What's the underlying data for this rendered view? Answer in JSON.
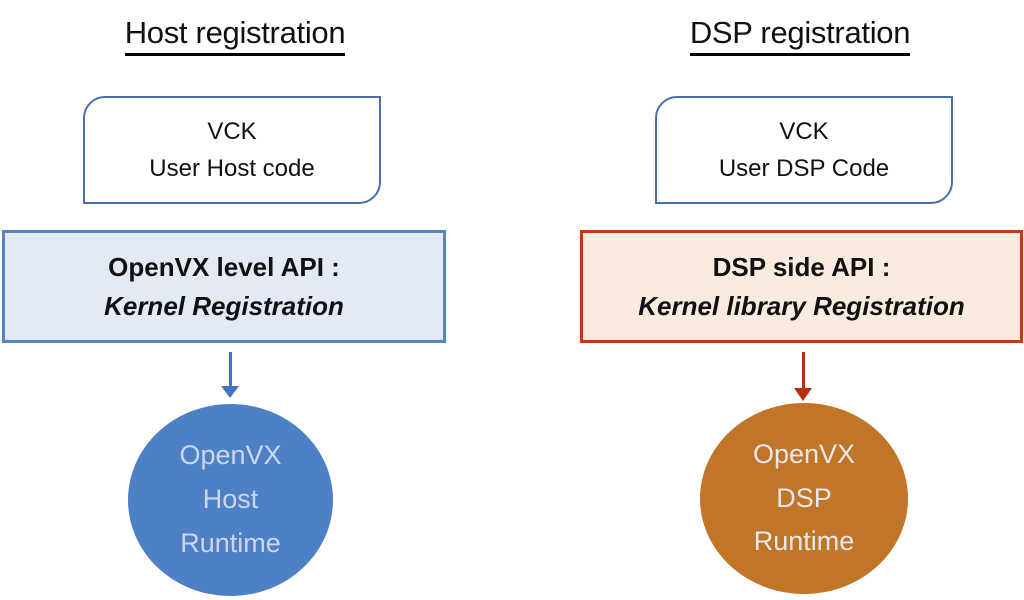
{
  "colors": {
    "background": "#ffffff",
    "text": "#111111",
    "vck_border": "#4a6fa8",
    "host_api_fill": "#e3e9f5",
    "host_api_border": "#5585c2",
    "host_arrow": "#4472c4",
    "host_circle_fill": "#4d80c4",
    "host_circle_text": "#ccd7ee",
    "dsp_api_fill": "#f9ecdf",
    "dsp_api_border": "#c13a10",
    "dsp_arrow": "#b5300b",
    "dsp_circle_fill": "#c07527",
    "dsp_circle_text": "#e9e7ee"
  },
  "columns": [
    {
      "title": "Host registration",
      "vck_box": {
        "line1": "VCK",
        "line2": "User Host code"
      },
      "api_box": {
        "line1": "OpenVX level API :",
        "line2": "Kernel Registration"
      },
      "circle": {
        "line1": "OpenVX",
        "line2": "Host",
        "line3": "Runtime"
      }
    },
    {
      "title": "DSP registration",
      "vck_box": {
        "line1": "VCK",
        "line2": "User DSP Code"
      },
      "api_box": {
        "line1": "DSP side API :",
        "line2": "Kernel library Registration"
      },
      "circle": {
        "line1": "OpenVX",
        "line2": "DSP",
        "line3": "Runtime"
      }
    }
  ]
}
